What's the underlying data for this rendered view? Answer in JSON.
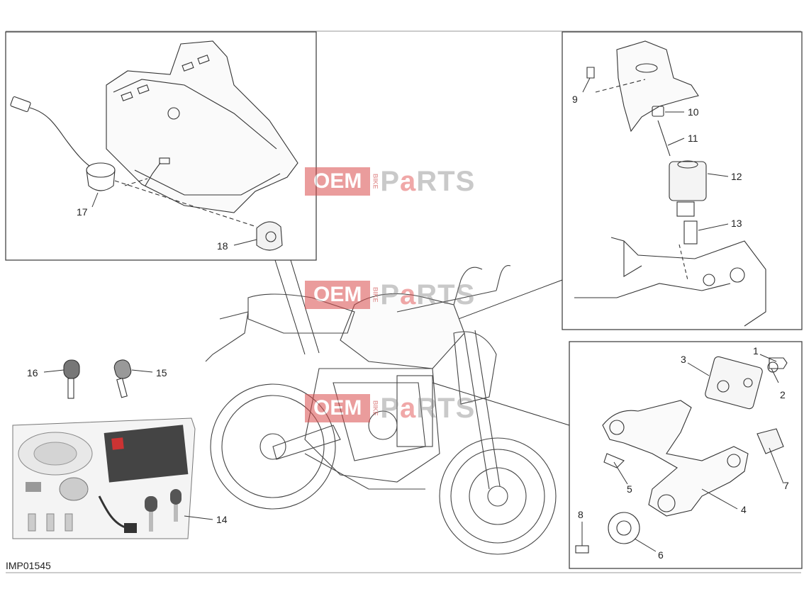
{
  "diagram": {
    "code": "IMP01545",
    "callouts": [
      "1",
      "2",
      "3",
      "4",
      "5",
      "6",
      "7",
      "8",
      "9",
      "10",
      "11",
      "12",
      "13",
      "14",
      "15",
      "16",
      "17",
      "18"
    ]
  },
  "watermark": {
    "oem": "OEM",
    "bike": "BIKE",
    "parts_prefix": "P",
    "parts_highlight": "a",
    "parts_suffix": "RTS"
  },
  "colors": {
    "line": "#333333",
    "frame": "#444444",
    "watermark_red": "#d94c4c"
  }
}
